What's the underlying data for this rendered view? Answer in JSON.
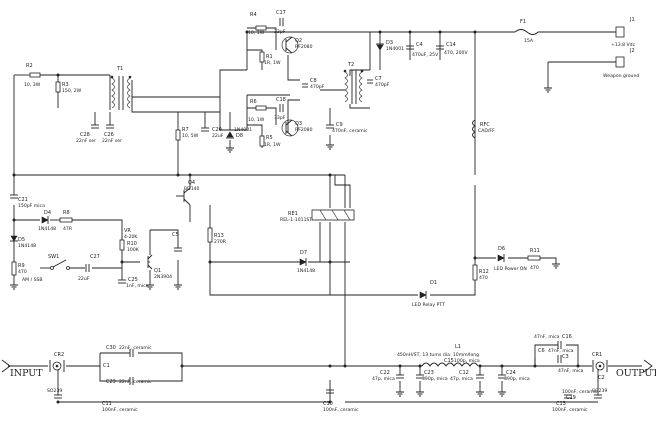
{
  "labels": {
    "input": "INPUT",
    "output": "OUTPUT",
    "so239_in": "SO239",
    "so239_out": "SO239",
    "cr1": "CR1",
    "cr2": "CR2",
    "j1": "J1",
    "j1_desc": "+13.8 Vdc",
    "j2": "J2",
    "j2_desc": "Weapon ground",
    "f1": "F1",
    "f1_val": "15A",
    "r1": "R1",
    "r1_val": "1R, 1W",
    "r2": "R2",
    "r2_val": "10, 3W",
    "r3": "R3",
    "r3_val": "150, 2W",
    "r4": "R4",
    "r4_val": "10, 1W",
    "r5": "R5",
    "r5_val": "1R, 1W",
    "r6": "R6",
    "r6_val": "10, 1W",
    "r7": "R7",
    "r7_val": "10, 5W",
    "r8": "R8",
    "r8_val": "47R",
    "r9": "R9",
    "r9_val": "470",
    "r10": "R10",
    "r10_val": "100K",
    "r11": "R11",
    "r11_val": "470",
    "r12": "R12",
    "r12_val": "470",
    "r13": "R13",
    "r13_val": "270R",
    "c1": "C1",
    "c2": "C2",
    "c3": "C3",
    "c3_val": "47nF, mica",
    "c4": "C4",
    "c4_val": "470uF, 25V",
    "c5": "C5",
    "c6": "C6",
    "c6_val": "47nF, mica",
    "c7": "C7",
    "c7_val": "470pF",
    "c8": "C8",
    "c8_val": "470pF",
    "c9": "C9",
    "c9_val": "470nF, ceramic",
    "c10": "C10",
    "c10_val": "100nF, ceramic",
    "c11": "C11",
    "c11_val": "100nF, ceramic",
    "c12": "C12",
    "c12_val": "47p, mica",
    "c13": "C13",
    "c13_val": "100nF, ceramic",
    "c14": "C14",
    "c14_val": "470, 200V",
    "c15": "C15",
    "c15_val": "100p, mica",
    "c16": "C16",
    "c16_val": "47nF, mica",
    "c17": "C17",
    "c17_val": "33pF",
    "c18": "C18",
    "c18_val": "33pF",
    "c19": "C19",
    "c19_val": "100nF, ceramic",
    "c20": "C20",
    "c20_val": "22uF",
    "c21": "C21",
    "c21_val": "150pF mica",
    "c22": "C22",
    "c22_val": "47p, mica",
    "c23": "C23",
    "c23_val": "390p, mica",
    "c24": "C24",
    "c24_val": "390p, mica",
    "c25": "C25",
    "c25_val": "1nF, mica",
    "c26": "C26",
    "c26_val": "22nF ser",
    "c27": "C27",
    "c27_val": "22uF",
    "c28": "C28",
    "c28_val": "22nF ser",
    "c29": "C29",
    "c29_val": "22nF, ceramic",
    "c30": "C30",
    "c30_val": "22nF, ceramic",
    "d1": "D1",
    "d1_val": "LED Relay PTT",
    "d3": "D3",
    "d3_val": "1N4001",
    "d4": "D4",
    "d4_val": "1N4148",
    "d5": "D5",
    "d5_val": "1N4148",
    "d6": "D6",
    "d6_val": "LED Power ON",
    "d7": "D7",
    "d7_val": "1N4148",
    "d8": "D8",
    "d8_val": "1N4001",
    "q1": "Q1",
    "q1_val": "2N3904",
    "q2": "Q2",
    "q2_val": "RF2080",
    "q3": "Q3",
    "q3_val": "RF2080",
    "q4": "Q4",
    "q4_val": "BD140",
    "t1": "T1",
    "t2": "T2",
    "l1": "L1",
    "l1_val": "450nH/ST, 13 turns dia. 10mm/long",
    "rfc": "RFC",
    "rfc_val": "CAD/FF",
    "rel": "RE1",
    "rel_val": "REL-1-1011ST",
    "sw": "SW1",
    "sw_val": "AM / SSB",
    "vr": "VR",
    "vr_val": "4-20K"
  }
}
